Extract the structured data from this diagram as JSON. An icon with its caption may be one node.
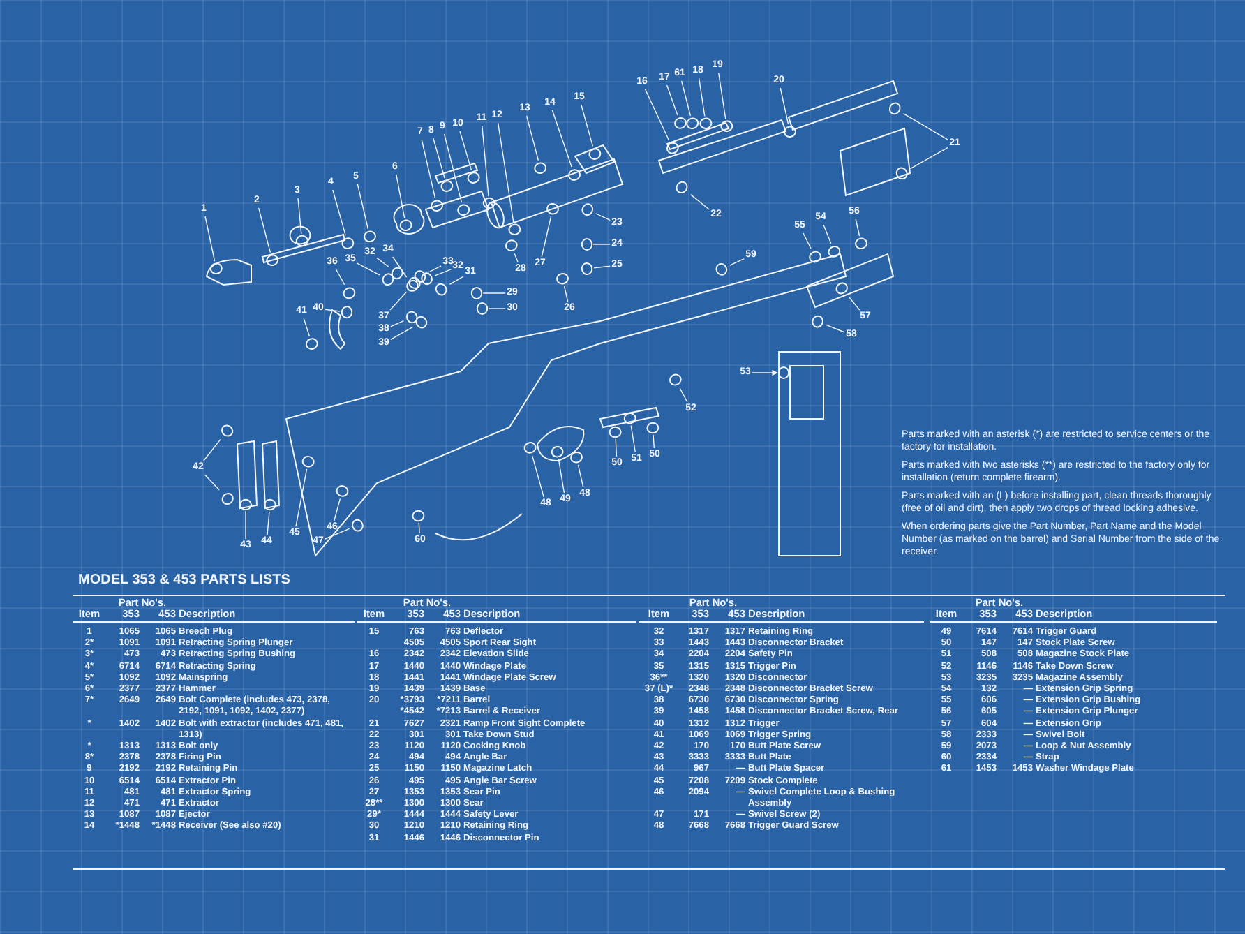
{
  "diagram": {
    "title": "MODEL 353 & 453 PARTS LISTS",
    "nodes": [
      {
        "text": [
          "1"
        ]
      },
      {
        "text": [
          "2"
        ]
      },
      {
        "text": [
          "3"
        ]
      },
      {
        "text": [
          "4"
        ]
      },
      {
        "text": [
          "5"
        ]
      },
      {
        "text": [
          "6"
        ]
      },
      {
        "text": [
          "7"
        ]
      },
      {
        "text": [
          "8"
        ]
      },
      {
        "text": [
          "9"
        ]
      },
      {
        "text": [
          "10"
        ]
      },
      {
        "text": [
          "11"
        ]
      },
      {
        "text": [
          "12"
        ]
      },
      {
        "text": [
          "13"
        ]
      },
      {
        "text": [
          "14"
        ]
      },
      {
        "text": [
          "15"
        ]
      },
      {
        "text": [
          "16"
        ]
      },
      {
        "text": [
          "17"
        ]
      },
      {
        "text": [
          "61"
        ]
      },
      {
        "text": [
          "18"
        ]
      },
      {
        "text": [
          "19"
        ]
      },
      {
        "text": [
          "20"
        ]
      },
      {
        "text": [
          "21"
        ]
      },
      {
        "text": [
          "22"
        ]
      },
      {
        "text": [
          "23"
        ]
      },
      {
        "text": [
          "24"
        ]
      },
      {
        "text": [
          "25"
        ]
      },
      {
        "text": [
          "26"
        ]
      },
      {
        "text": [
          "27"
        ]
      },
      {
        "text": [
          "28"
        ]
      },
      {
        "text": [
          "29"
        ]
      },
      {
        "text": [
          "30"
        ]
      },
      {
        "text": [
          "31"
        ]
      },
      {
        "text": [
          "32"
        ]
      },
      {
        "text": [
          "33"
        ]
      },
      {
        "text": [
          "34"
        ]
      },
      {
        "text": [
          "32"
        ]
      },
      {
        "text": [
          "35"
        ]
      },
      {
        "text": [
          "36"
        ]
      },
      {
        "text": [
          "37"
        ]
      },
      {
        "text": [
          "38"
        ]
      },
      {
        "text": [
          "39"
        ]
      },
      {
        "text": [
          "40"
        ]
      },
      {
        "text": [
          "41"
        ]
      },
      {
        "text": [
          "42"
        ]
      },
      {
        "text": [
          "43"
        ]
      },
      {
        "text": [
          "44"
        ]
      },
      {
        "text": [
          "45"
        ]
      },
      {
        "text": [
          "46"
        ]
      },
      {
        "text": [
          "47"
        ]
      },
      {
        "text": [
          "48"
        ]
      },
      {
        "text": [
          "49"
        ]
      },
      {
        "text": [
          "48"
        ]
      },
      {
        "text": [
          "50"
        ]
      },
      {
        "text": [
          "51"
        ]
      },
      {
        "text": [
          "50"
        ]
      },
      {
        "text": [
          "52"
        ]
      },
      {
        "text": [
          "53"
        ]
      },
      {
        "text": [
          "54"
        ]
      },
      {
        "text": [
          "55"
        ]
      },
      {
        "text": [
          "56"
        ]
      },
      {
        "text": [
          "57"
        ]
      },
      {
        "text": [
          "58"
        ]
      },
      {
        "text": [
          "59"
        ]
      },
      {
        "text": [
          "60"
        ]
      },
      {
        "text": [],
        "shape": "circle"
      },
      {
        "text": [],
        "shape": "circle"
      },
      {
        "text": [],
        "shape": "circle"
      },
      {
        "text": [],
        "shape": "circle"
      },
      {
        "text": [],
        "shape": "circle"
      },
      {
        "text": [],
        "shape": "circle"
      },
      {
        "text": [],
        "shape": "circle"
      },
      {
        "text": [],
        "shape": "circle"
      },
      {
        "text": [],
        "shape": "circle"
      },
      {
        "text": [],
        "shape": "circle"
      },
      {
        "text": [],
        "shape": "circle"
      },
      {
        "text": [],
        "shape": "circle"
      },
      {
        "text": [],
        "shape": "circle"
      },
      {
        "text": [],
        "shape": "circle"
      },
      {
        "text": [],
        "shape": "circle"
      },
      {
        "text": [],
        "shape": "circle"
      },
      {
        "text": [],
        "shape": "circle"
      },
      {
        "text": [],
        "shape": "circle"
      },
      {
        "text": [],
        "shape": "circle"
      },
      {
        "text": [],
        "shape": "circle"
      },
      {
        "text": [],
        "shape": "circle"
      },
      {
        "text": [],
        "shape": "circle"
      },
      {
        "text": [],
        "shape": "circle"
      },
      {
        "text": [],
        "shape": "circle"
      },
      {
        "text": [],
        "shape": "circle"
      },
      {
        "text": [],
        "shape": "circle"
      },
      {
        "text": [],
        "shape": "circle"
      },
      {
        "text": [],
        "shape": "circle"
      },
      {
        "text": [],
        "shape": "circle"
      },
      {
        "text": [],
        "shape": "circle"
      },
      {
        "text": [],
        "shape": "circle"
      },
      {
        "text": [],
        "shape": "circle"
      },
      {
        "text": [],
        "shape": "circle"
      },
      {
        "text": [],
        "shape": "circle"
      },
      {
        "text": [],
        "shape": "circle"
      },
      {
        "text": [],
        "shape": "circle"
      },
      {
        "text": [],
        "shape": "circle"
      },
      {
        "text": [],
        "shape": "circle"
      },
      {
        "text": [],
        "shape": "circle"
      },
      {
        "text": [],
        "shape": "circle"
      },
      {
        "text": [],
        "shape": "circle"
      },
      {
        "text": [],
        "shape": "circle"
      },
      {
        "text": [],
        "shape": "circle"
      },
      {
        "text": [],
        "shape": "circle"
      },
      {
        "text": [],
        "shape": "circle"
      },
      {
        "text": [],
        "shape": "circle"
      },
      {
        "text": [],
        "shape": "circle"
      },
      {
        "text": [],
        "shape": "circle"
      },
      {
        "text": [],
        "shape": "circle"
      },
      {
        "text": [],
        "shape": "circle"
      },
      {
        "text": [],
        "shape": "circle"
      },
      {
        "text": [],
        "shape": "circle"
      },
      {
        "text": [],
        "shape": "circle"
      },
      {
        "text": [],
        "shape": "circle"
      },
      {
        "text": [],
        "shape": "circle"
      },
      {
        "text": [],
        "shape": "circle"
      },
      {
        "text": [],
        "shape": "circle"
      },
      {
        "text": [],
        "shape": "circle"
      },
      {
        "text": [],
        "shape": "circle"
      },
      {
        "text": [],
        "shape": "circle"
      },
      {
        "text": [],
        "shape": "circle"
      },
      {
        "text": [],
        "shape": "circle"
      },
      {
        "text": [],
        "shape": "circle"
      },
      {
        "text": [],
        "shape": "circle"
      },
      {
        "text": [],
        "shape": "circle"
      },
      {
        "text": [],
        "shape": "circle"
      }
    ],
    "edges": [
      {
        "from": 0,
        "to": 64,
        "arrow": "none"
      },
      {
        "from": 1,
        "to": 65,
        "arrow": "none"
      },
      {
        "from": 2,
        "to": 66,
        "arrow": "none"
      },
      {
        "from": 3,
        "to": 67,
        "arrow": "none"
      },
      {
        "from": 4,
        "to": 68,
        "arrow": "none"
      },
      {
        "from": 5,
        "to": 69,
        "arrow": "none"
      },
      {
        "from": 6,
        "to": 70,
        "arrow": "none"
      },
      {
        "from": 7,
        "to": 71,
        "arrow": "none"
      },
      {
        "from": 8,
        "to": 72,
        "arrow": "none"
      },
      {
        "from": 9,
        "to": 73,
        "arrow": "none"
      },
      {
        "from": 10,
        "to": 74,
        "arrow": "none"
      },
      {
        "from": 11,
        "to": 75,
        "arrow": "none"
      },
      {
        "from": 12,
        "to": 76,
        "arrow": "none"
      },
      {
        "from": 13,
        "to": 77,
        "arrow": "none"
      },
      {
        "from": 14,
        "to": 78,
        "arrow": "none"
      },
      {
        "from": 15,
        "to": 79,
        "arrow": "none"
      },
      {
        "from": 16,
        "to": 80,
        "arrow": "none"
      },
      {
        "from": 17,
        "to": 81,
        "arrow": "none"
      },
      {
        "from": 18,
        "to": 82,
        "arrow": "none"
      },
      {
        "from": 19,
        "to": 83,
        "arrow": "none"
      },
      {
        "from": 20,
        "to": 84,
        "arrow": "none"
      },
      {
        "from": 21,
        "to": 85,
        "arrow": "none"
      },
      {
        "from": 21,
        "to": 86,
        "arrow": "none"
      },
      {
        "from": 22,
        "to": 87,
        "arrow": "none"
      },
      {
        "from": 23,
        "to": 88,
        "arrow": "none"
      },
      {
        "from": 24,
        "to": 89,
        "arrow": "none"
      },
      {
        "from": 25,
        "to": 90,
        "arrow": "none"
      },
      {
        "from": 26,
        "to": 91,
        "arrow": "none"
      },
      {
        "from": 27,
        "to": 92,
        "arrow": "none"
      },
      {
        "from": 28,
        "to": 93,
        "arrow": "none"
      },
      {
        "from": 29,
        "to": 94,
        "arrow": "none"
      },
      {
        "from": 30,
        "to": 95,
        "arrow": "none"
      },
      {
        "from": 31,
        "to": 96,
        "arrow": "none"
      },
      {
        "from": 32,
        "to": 97,
        "arrow": "none"
      },
      {
        "from": 33,
        "to": 98,
        "arrow": "none"
      },
      {
        "from": 34,
        "to": 99,
        "arrow": "none"
      },
      {
        "from": 35,
        "to": 100,
        "arrow": "none"
      },
      {
        "from": 36,
        "to": 101,
        "arrow": "none"
      },
      {
        "from": 37,
        "to": 102,
        "arrow": "none"
      },
      {
        "from": 38,
        "to": 103,
        "arrow": "none"
      },
      {
        "from": 39,
        "to": 104,
        "arrow": "none"
      },
      {
        "from": 40,
        "to": 105,
        "arrow": "none"
      },
      {
        "from": 41,
        "to": 106,
        "arrow": "none"
      },
      {
        "from": 42,
        "to": 107,
        "arrow": "none"
      },
      {
        "from": 43,
        "to": 108,
        "arrow": "none"
      },
      {
        "from": 43,
        "to": 109,
        "arrow": "none"
      },
      {
        "from": 44,
        "to": 110,
        "arrow": "none"
      },
      {
        "from": 45,
        "to": 111,
        "arrow": "none"
      },
      {
        "from": 46,
        "to": 112,
        "arrow": "none"
      },
      {
        "from": 47,
        "to": 113,
        "arrow": "none"
      },
      {
        "from": 48,
        "to": 114,
        "arrow": "none"
      },
      {
        "from": 49,
        "to": 115,
        "arrow": "none"
      },
      {
        "from": 50,
        "to": 116,
        "arrow": "none"
      },
      {
        "from": 51,
        "to": 117,
        "arrow": "none"
      },
      {
        "from": 52,
        "to": 118,
        "arrow": "none"
      },
      {
        "from": 53,
        "to": 119,
        "arrow": "none"
      },
      {
        "from": 54,
        "to": 120,
        "arrow": "none"
      },
      {
        "from": 55,
        "to": 121,
        "arrow": "none"
      },
      {
        "from": 56,
        "to": 122,
        "arrow": "to"
      },
      {
        "from": 57,
        "to": 123,
        "arrow": "none"
      },
      {
        "from": 58,
        "to": 124,
        "arrow": "none"
      },
      {
        "from": 59,
        "to": 125,
        "arrow": "none"
      },
      {
        "from": 60,
        "to": 126,
        "arrow": "none"
      },
      {
        "from": 61,
        "to": 127,
        "arrow": "none"
      },
      {
        "from": 62,
        "to": 128,
        "arrow": "none"
      },
      {
        "from": 63,
        "to": 129,
        "arrow": "none"
      }
    ],
    "labels": [
      "Parts marked with an asterisk (*) are restricted to service centers or the factory for installation.",
      "Parts marked with two asterisks (**) are restricted to the factory only for installation (return complete firearm).",
      "Parts marked with an (L) before installing part, clean threads thoroughly (free of oil and dirt), then apply two drops of thread locking adhesive.",
      "When ordering parts give the Part Number, Part Name and the Model Number (as marked on the barrel) and Serial Number from the side of the receiver.",
      "Part No's.",
      "Item",
      "353",
      "453",
      "Description",
      "1",
      "1065",
      "1065",
      "Breech Plug",
      "2*",
      "1091",
      "1091",
      "Retracting Spring Plunger",
      "3*",
      "473",
      "473",
      "Retracting Spring Bushing",
      "4*",
      "6714",
      "6714",
      "Retracting Spring",
      "5*",
      "1092",
      "1092",
      "Mainspring",
      "6*",
      "2377",
      "2377",
      "Hammer",
      "7*",
      "2649",
      "2649",
      "Bolt Complete (includes 473, 2378, 2192, 1091, 1092, 1402, 2377)",
      "*",
      "1402",
      "1402",
      "Bolt with extractor (includes 471, 481, 1313)",
      "*",
      "1313",
      "1313",
      "Bolt only",
      "8*",
      "2378",
      "2378",
      "Firing Pin",
      "9",
      "2192",
      "2192",
      "Retaining Pin",
      "10",
      "6514",
      "6514",
      "Extractor Pin",
      "11",
      "481",
      "481",
      "Extractor Spring",
      "12",
      "471",
      "471",
      "Extractor",
      "13",
      "1087",
      "1087",
      "Ejector",
      "14",
      "*1448",
      "*1448",
      "Receiver (See also #20)",
      "Part No's.",
      "Item",
      "353",
      "453",
      "Description",
      "15",
      "763",
      "763",
      "Deflector",
      "4505",
      "4505",
      "Sport Rear Sight",
      "16",
      "2342",
      "2342",
      "Elevation Slide",
      "17",
      "1440",
      "1440",
      "Windage Plate",
      "18",
      "1441",
      "1441",
      "Windage Plate Screw",
      "19",
      "1439",
      "1439",
      "Base",
      "20",
      "*3793",
      "*7211",
      "Barrel",
      "*4542",
      "*7213",
      "Barrel & Receiver",
      "21",
      "7627",
      "2321",
      "Ramp Front Sight Complete",
      "22",
      "301",
      "301",
      "Take Down Stud",
      "23",
      "1120",
      "1120",
      "Cocking Knob",
      "24",
      "494",
      "494",
      "Angle Bar",
      "25",
      "1150",
      "1150",
      "Magazine Latch",
      "26",
      "495",
      "495",
      "Angle Bar Screw",
      "27",
      "1353",
      "1353",
      "Sear Pin",
      "28**",
      "1300",
      "1300",
      "Sear",
      "29*",
      "1444",
      "1444",
      "Safety Lever",
      "30",
      "1210",
      "1210",
      "Retaining Ring",
      "31",
      "1446",
      "1446",
      "Disconnector Pin",
      "Part No's.",
      "Item",
      "353",
      "453",
      "Description",
      "32",
      "1317",
      "1317",
      "Retaining Ring",
      "33",
      "1443",
      "1443",
      "Disconnector Bracket",
      "34",
      "2204",
      "2204",
      "Safety Pin",
      "35",
      "1315",
      "1315",
      "Trigger Pin",
      "36**",
      "1320",
      "1320",
      "Disconnector",
      "37 (L)*",
      "2348",
      "2348",
      "Disconnector Bracket Screw",
      "38",
      "6730",
      "6730",
      "Disconnector Spring",
      "39",
      "1458",
      "1458",
      "Disconnector Bracket Screw, Rear",
      "40",
      "1312",
      "1312",
      "Trigger",
      "41",
      "1069",
      "1069",
      "Trigger Spring",
      "42",
      "170",
      "170",
      "Butt Plate Screw",
      "43",
      "3333",
      "3333",
      "Butt Plate",
      "44",
      "967",
      "—",
      "Butt Plate Spacer",
      "45",
      "7208",
      "7209",
      "Stock Complete",
      "46",
      "2094",
      "—",
      "Swivel Complete Loop & Bushing Assembly",
      "47",
      "171",
      "—",
      "Swivel Screw (2)",
      "48",
      "7668",
      "7668",
      "Trigger Guard Screw",
      "Part No's.",
      "Item",
      "353",
      "453",
      "Description",
      "49",
      "7614",
      "7614",
      "Trigger Guard",
      "50",
      "147",
      "147",
      "Stock Plate Screw",
      "51",
      "508",
      "508",
      "Magazine Stock Plate",
      "52",
      "1146",
      "1146",
      "Take Down Screw",
      "53",
      "3235",
      "3235",
      "Magazine Assembly",
      "54",
      "132",
      "—",
      "Extension Grip Spring",
      "55",
      "606",
      "—",
      "Extension Grip Bushing",
      "56",
      "605",
      "—",
      "Extension Grip Plunger",
      "57",
      "604",
      "—",
      "Extension Grip",
      "58",
      "2333",
      "—",
      "Swivel Bolt",
      "59",
      "2073",
      "—",
      "Loop & Nut Assembly",
      "60",
      "2334",
      "—",
      "Strap",
      "61",
      "1453",
      "1453",
      "Washer Windage Plate"
    ]
  }
}
